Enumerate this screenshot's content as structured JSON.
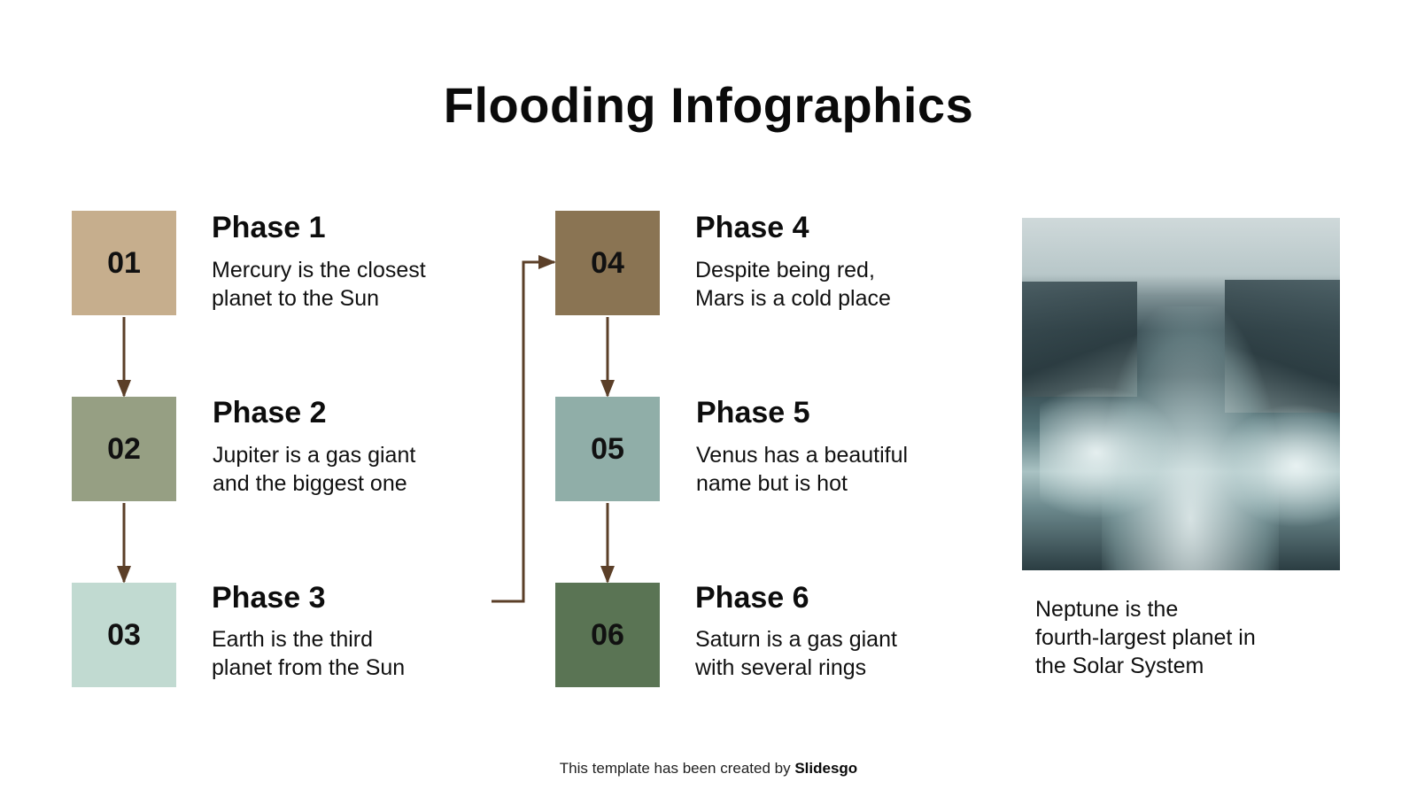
{
  "title": "Flooding Infographics",
  "colors": {
    "phase1": "#c6ae8d",
    "phase2": "#969f83",
    "phase3": "#c1dad1",
    "phase4": "#8a7453",
    "phase5": "#90aea8",
    "phase6": "#5a7454",
    "arrow": "#5b3f28"
  },
  "phases": [
    {
      "number": "01",
      "title": "Phase 1",
      "desc_line1": "Mercury is the closest",
      "desc_line2": "planet to the Sun"
    },
    {
      "number": "02",
      "title": "Phase 2",
      "desc_line1": "Jupiter is a gas giant",
      "desc_line2": "and the biggest one"
    },
    {
      "number": "03",
      "title": "Phase 3",
      "desc_line1": "Earth is the third",
      "desc_line2": "planet from the Sun"
    },
    {
      "number": "04",
      "title": "Phase 4",
      "desc_line1": "Despite being red,",
      "desc_line2": "Mars is a cold place"
    },
    {
      "number": "05",
      "title": "Phase 5",
      "desc_line1": "Venus has a beautiful",
      "desc_line2": "name but is hot"
    },
    {
      "number": "06",
      "title": "Phase 6",
      "desc_line1": "Saturn is a gas giant",
      "desc_line2": "with several rings"
    }
  ],
  "photo": {
    "subject": "flooded-street-photo",
    "caption_line1": "Neptune is the",
    "caption_line2": "fourth-largest planet in",
    "caption_line3": "the Solar System"
  },
  "footer": {
    "prefix": "This template has been created by ",
    "brand": "Slidesgo"
  }
}
